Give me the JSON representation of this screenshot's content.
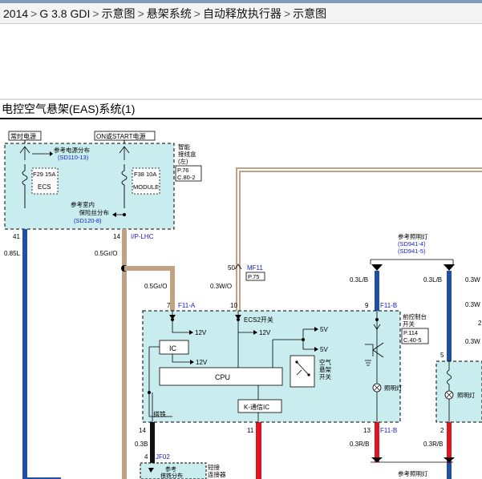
{
  "breadcrumb": [
    "2014",
    "G 3.8 GDI",
    "示意图",
    "悬架系统",
    "自动释放执行器",
    "示意图"
  ],
  "breadcrumb_sep": ">",
  "title": "电控空气悬架(EAS)系统(1)",
  "labels": {
    "always_power": "常时电源",
    "on_start_power": "ON或START电源",
    "ref_power_dist": "参考电源分布",
    "ref_power_dist_code": "(SD110-13)",
    "fuse1": "F29 15A",
    "fuse1_name": "ECS",
    "fuse2": "F38 10A",
    "fuse2_name": "MODULE",
    "ref_interior_fuse_1": "参考室内",
    "ref_interior_fuse_2": "保险丝分布",
    "ref_interior_fuse_code": "(SD120-8)",
    "smart_junction_1": "智能",
    "smart_junction_2": "接线盒",
    "smart_junction_3": "(左)",
    "smart_ref1": "P.76",
    "smart_ref2": "C.80-2",
    "pin41": "41",
    "wire_085l": "0.85L",
    "pin14_top": "14",
    "conn_iplhc": "I/P-LHC",
    "wire_05grO_a": "0.5Gr/O",
    "wire_05grO_b": "0.5Gr/O",
    "pin50": "50",
    "conn_mf11": "MF11",
    "mf11_ref": "P.75",
    "wire_03wo": "0.3W/O",
    "pin7": "7",
    "conn_f11a": "F11-A",
    "pin10": "10",
    "ecs2_switch": "ECS2开关",
    "v12_a": "12V",
    "v12_b": "12V",
    "v12_c": "12V",
    "v5_a": "5V",
    "v5_b": "5V",
    "ic": "IC",
    "cpu": "CPU",
    "air_1": "空气",
    "air_2": "悬架",
    "air_3": "开关",
    "k_line": "K-通信IC",
    "ground": "搭铁",
    "ref_lighting_top": "参考照明灯",
    "ref_lighting_code1": "(SD941-4)",
    "ref_lighting_code2": "(SD941-5)",
    "wire_03lb_a": "0.3L/B",
    "wire_03lb_b": "0.3L/B",
    "wire_03w_a": "0.3W",
    "wire_03w_b": "0.3W",
    "wire_03w_c": "0.3W",
    "pin9": "9",
    "conn_f11b_top": "F11-B",
    "front_console_1": "前控制台",
    "front_console_2": "开关",
    "fc_ref1": "P.114",
    "fc_ref2": "C.40-5",
    "pin5": "5",
    "pin2_right_mid": "2",
    "lighting_lamp_1": "照明灯",
    "lighting_lamp_2": "照明灯",
    "pin13": "13",
    "conn_f11b_bottom": "F11-B",
    "wire_03rb_a": "0.3R/B",
    "wire_03rb_b": "0.3R/B",
    "pin2_bottom": "2",
    "pin14_bottom": "14",
    "pin11": "11",
    "wire_03b": "0.3B",
    "pin4": "4",
    "conn_jf02": "JF02",
    "short_conn_1": "短接",
    "short_conn_2": "连接器",
    "ref_ground_1": "参考",
    "ref_ground_2": "搭铁分布",
    "ref_lighting_bottom": "参考照明灯"
  },
  "colors": {
    "box_fill": "#c9ecee",
    "wire_blue": "#1f4fa6",
    "wire_tan": "#c2a285",
    "wire_red": "#e0141e",
    "wire_black": "#111111",
    "ref_text": "#1a1acc"
  }
}
